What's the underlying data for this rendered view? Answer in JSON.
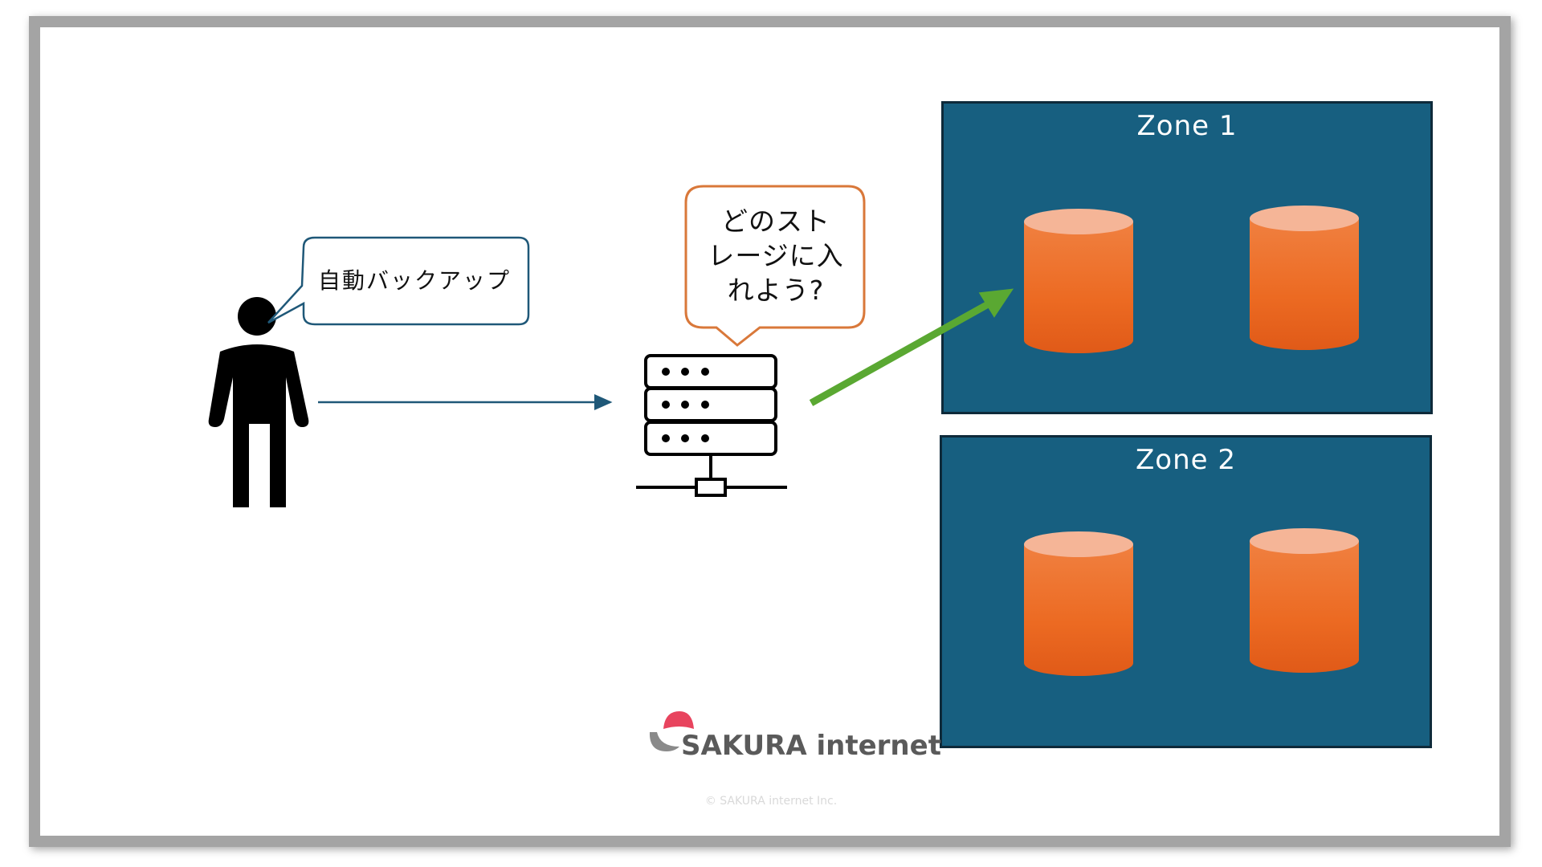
{
  "user_bubble": {
    "text": "自動バックアップ"
  },
  "server_bubble": {
    "lines": [
      "どのスト",
      "レージに入",
      "れよう?"
    ]
  },
  "zones": [
    {
      "label": "Zone 1"
    },
    {
      "label": "Zone 2"
    }
  ],
  "logo": {
    "text": "SAKURA internet"
  },
  "copyright": "© SAKURA internet Inc.",
  "colors": {
    "zone_fill": "#175f80",
    "storage_orange": "#f07030",
    "arrow_green": "#5aa832",
    "bubble_user_border": "#1f5878",
    "bubble_server_border": "#d9783a"
  },
  "icons": [
    "person-icon",
    "server-icon",
    "storage-cylinder-icon",
    "sakura-logo-icon"
  ]
}
